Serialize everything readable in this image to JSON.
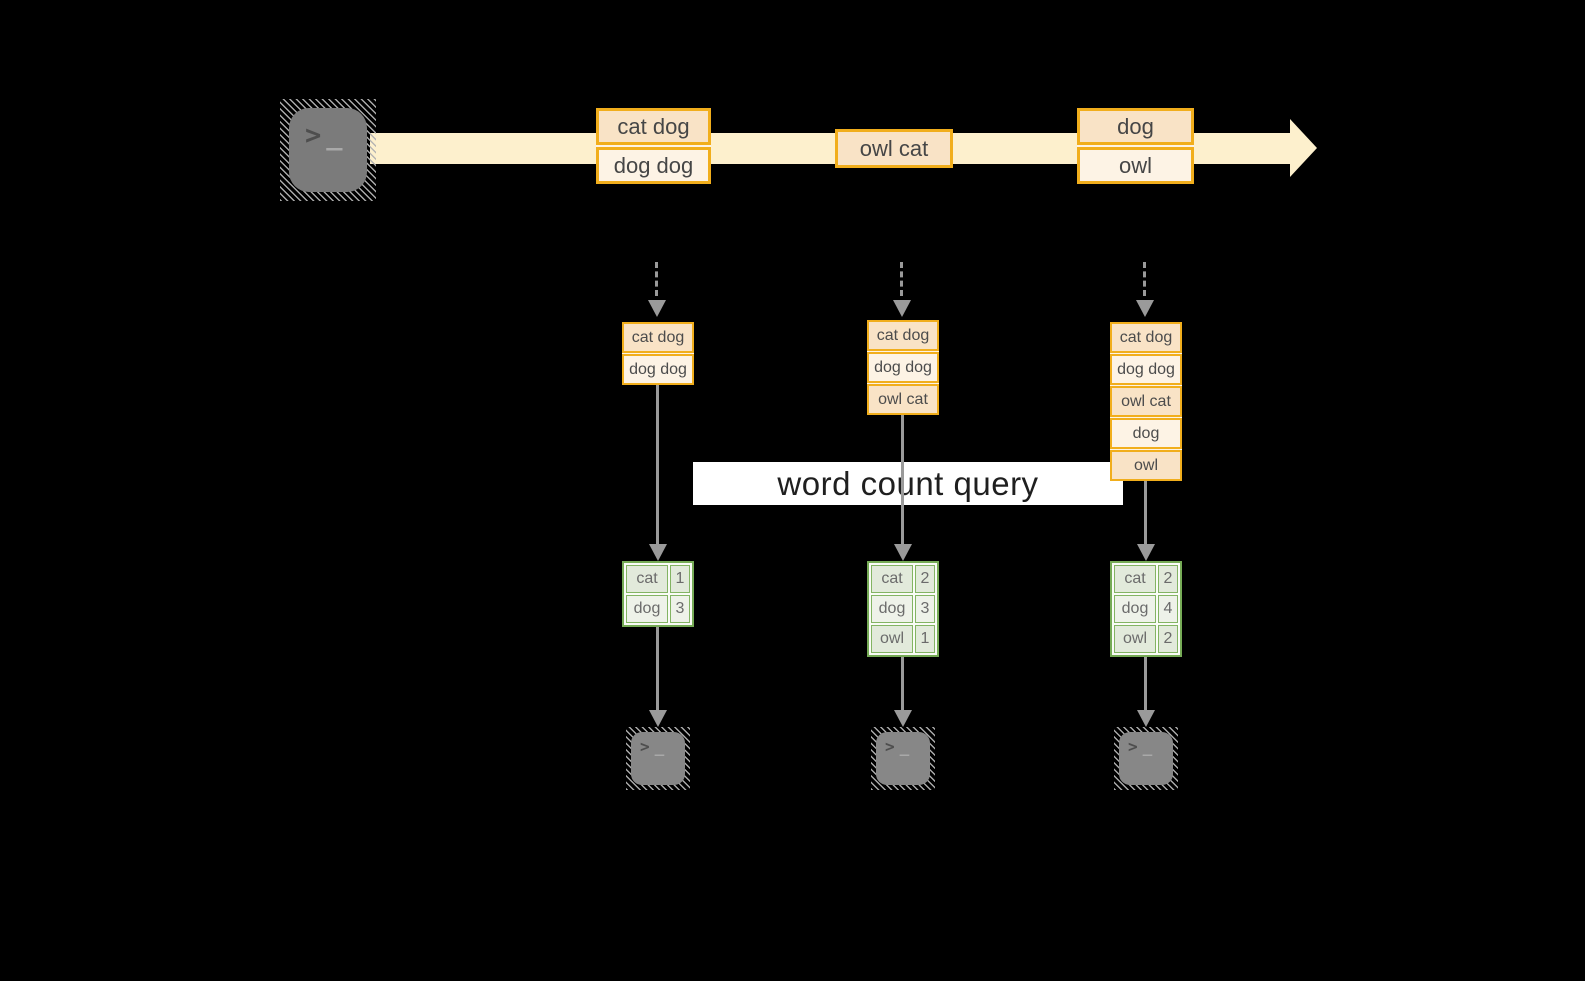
{
  "query_label": "word count query",
  "terminal_icon": {
    "prompt": ">",
    "cursor": "_"
  },
  "stream_messages": [
    {
      "rows": [
        "cat dog",
        "dog dog"
      ]
    },
    {
      "rows": [
        "owl cat"
      ]
    },
    {
      "rows": [
        "dog",
        "owl"
      ]
    }
  ],
  "columns": [
    {
      "buffer": [
        "cat dog",
        "dog dog"
      ],
      "counts": [
        {
          "word": "cat",
          "count": "1"
        },
        {
          "word": "dog",
          "count": "3"
        }
      ]
    },
    {
      "buffer": [
        "cat dog",
        "dog dog",
        "owl cat"
      ],
      "counts": [
        {
          "word": "cat",
          "count": "2"
        },
        {
          "word": "dog",
          "count": "3"
        },
        {
          "word": "owl",
          "count": "1"
        }
      ]
    },
    {
      "buffer": [
        "cat dog",
        "dog dog",
        "owl cat",
        "dog",
        "owl"
      ],
      "counts": [
        {
          "word": "cat",
          "count": "2"
        },
        {
          "word": "dog",
          "count": "4"
        },
        {
          "word": "owl",
          "count": "2"
        }
      ]
    }
  ],
  "colors": {
    "background": "#000000",
    "stream_band": "#fdf0cd",
    "amber_border": "#f1ae1c",
    "peach_fill": "#f9e3c6",
    "cream_fill": "#fdf3e5",
    "green_border": "#76ab56",
    "green_fill_dark": "#e2eadb",
    "green_fill_light": "#eef2e9",
    "arrow_gray": "#9a9a9a"
  }
}
